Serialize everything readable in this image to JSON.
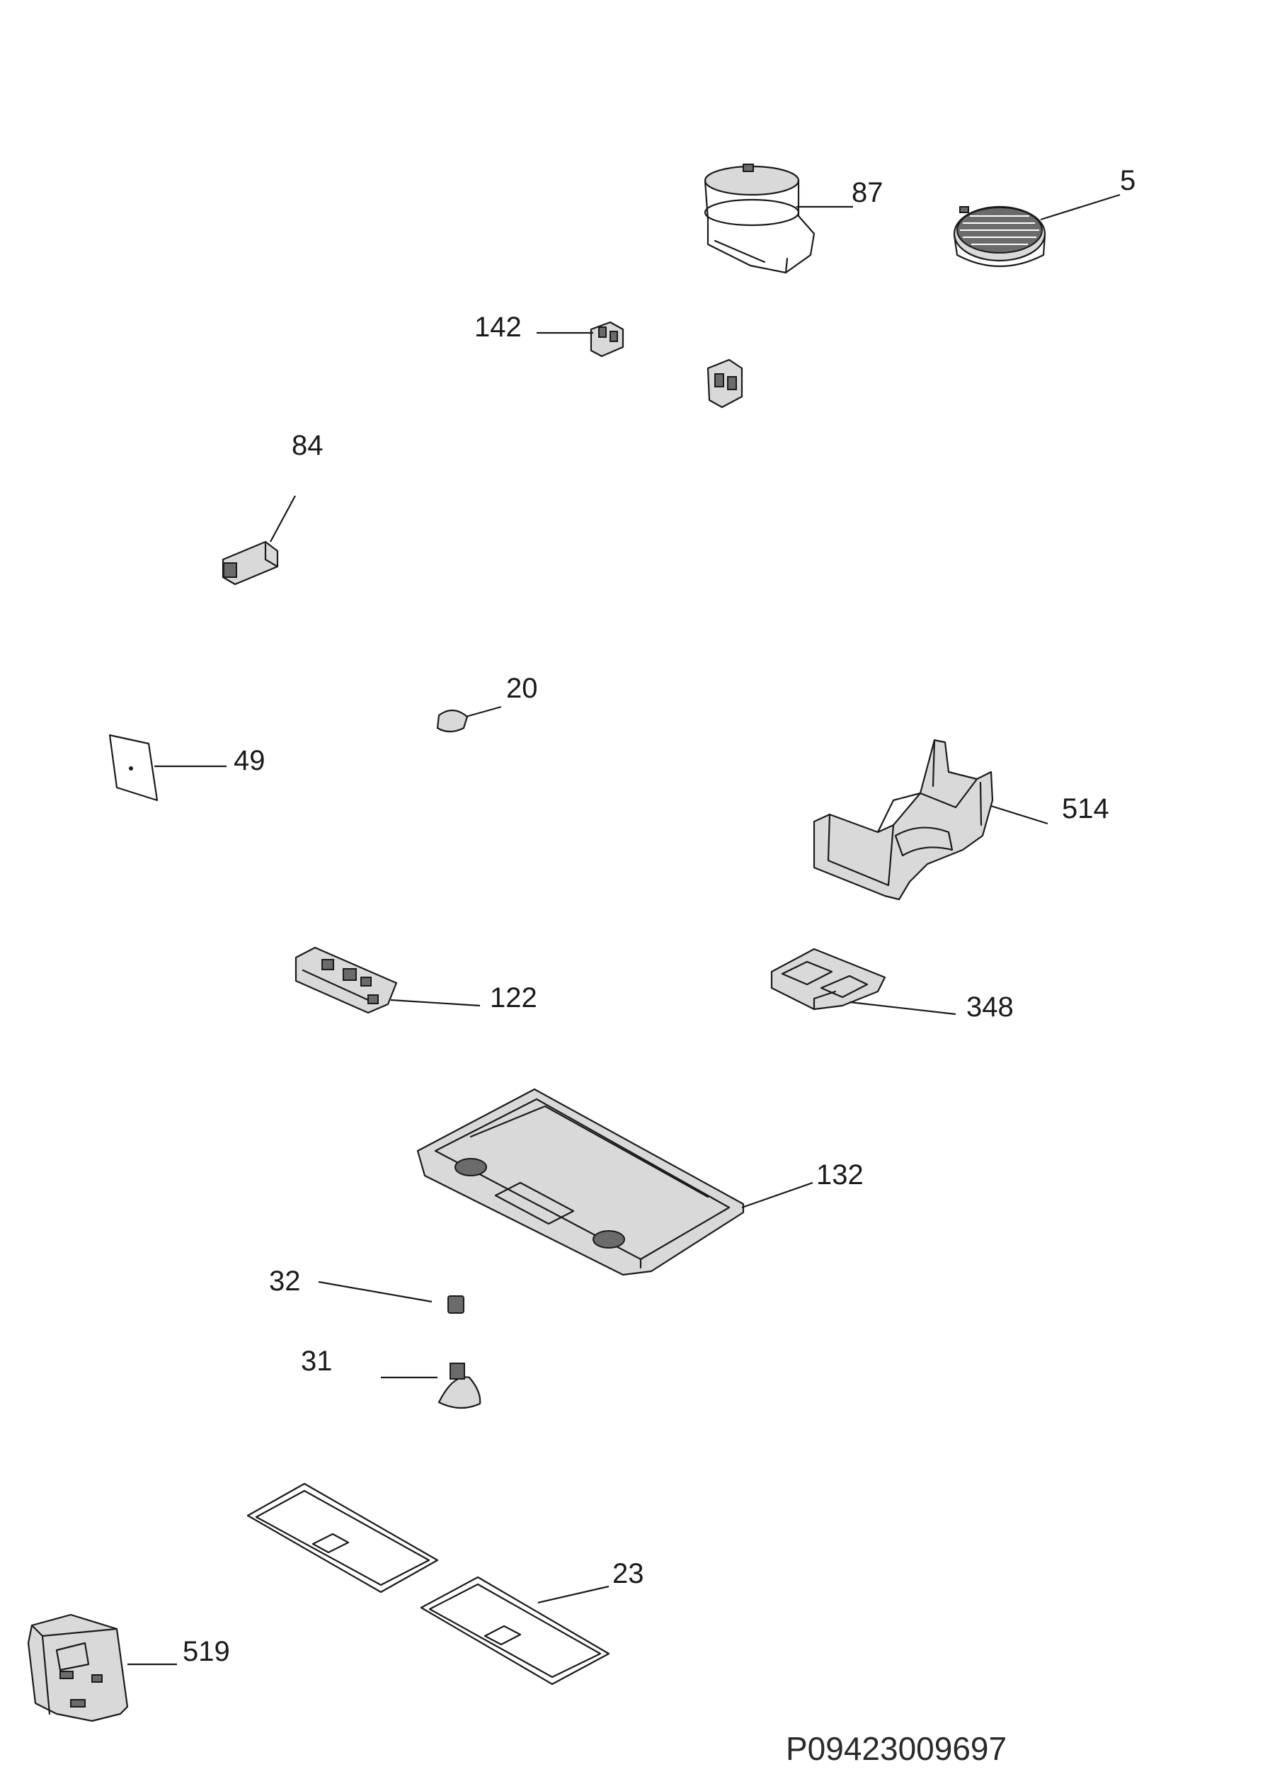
{
  "callouts": {
    "c87": "87",
    "c5": "5",
    "c142": "142",
    "c84": "84",
    "c20": "20",
    "c49": "49",
    "c514": "514",
    "c122": "122",
    "c348": "348",
    "c132": "132",
    "c32": "32",
    "c31": "31",
    "c23": "23",
    "c519": "519"
  },
  "document_id": "P09423009697"
}
